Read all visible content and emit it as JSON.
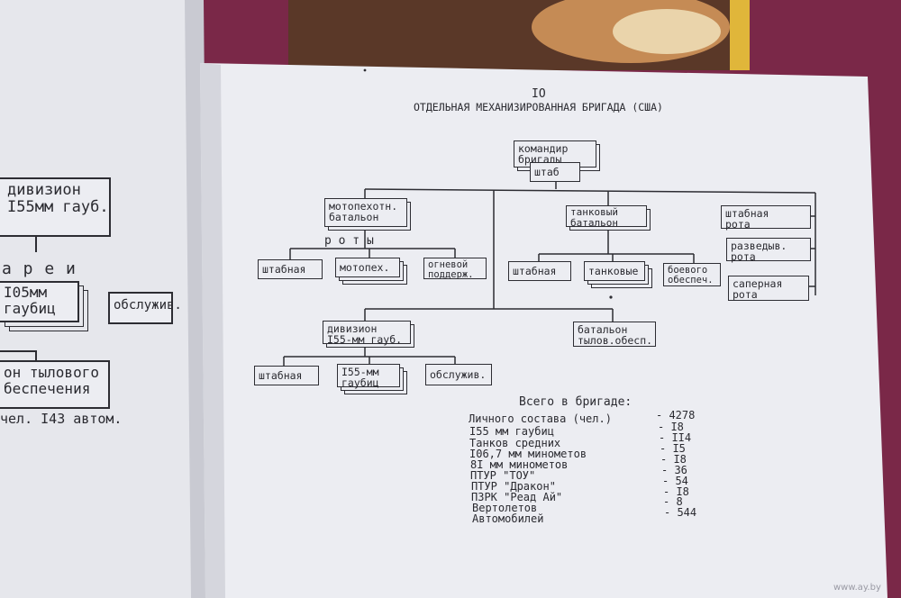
{
  "page": {
    "number": "IO",
    "title": "ОТДЕЛЬНАЯ МЕХАНИЗИРОВАННАЯ БРИГАДА (США)"
  },
  "org": {
    "commander": "командир\nбригады",
    "hq": "штаб",
    "inf_battalion": "мотопехотн.\nбатальон",
    "companies_label": "р о т ы",
    "inf_staff": "штабная",
    "inf_motor": "мотопех.",
    "inf_fire": "огневой\nподдерж.",
    "tank_battalion": "танковый\nбатальон",
    "tank_staff": "штабная",
    "tank_tanks": "танковые",
    "tank_combat": "боевого\nобеспеч.",
    "staff_company": "штабная\nрота",
    "recon_company": "разведыв.\nрота",
    "sapper_company": "саперная\nрота",
    "artillery": "дивизион\nI55-мм гауб.",
    "art_staff": "штабная",
    "art_155": "I55-мм\nгаубиц",
    "art_service": "обслужив.",
    "logistics": "батальон\nтылов.обесп."
  },
  "totals": {
    "heading": "Всего в бригаде:",
    "rows": [
      {
        "label": "Личного состава (чел.)",
        "value": "- 4278"
      },
      {
        "label": "I55 мм гаубиц",
        "value": "- I8"
      },
      {
        "label": "Танков средних",
        "value": "- II4"
      },
      {
        "label": "I06,7 мм минометов",
        "value": "- I5"
      },
      {
        "label": "8I мм минометов",
        "value": "- I8"
      },
      {
        "label": "ПТУР \"ТОУ\"",
        "value": "- 36"
      },
      {
        "label": "ПТУР \"Дракон\"",
        "value": "- 54"
      },
      {
        "label": "ПЗРК \"Реад Ай\"",
        "value": "- I8"
      },
      {
        "label": "Вертолетов",
        "value": "- 8"
      },
      {
        "label": "Автомобилей",
        "value": "- 544"
      }
    ]
  },
  "left_page": {
    "box1": "дивизион\nI55мм гауб.",
    "letters": "а р е и",
    "box2": "I05мм\nгаубиц",
    "box3": "обслужив.",
    "box4": "он тылового\nбеспечения",
    "footer": "чел. I43 автом."
  },
  "watermark": "www.ay.by"
}
